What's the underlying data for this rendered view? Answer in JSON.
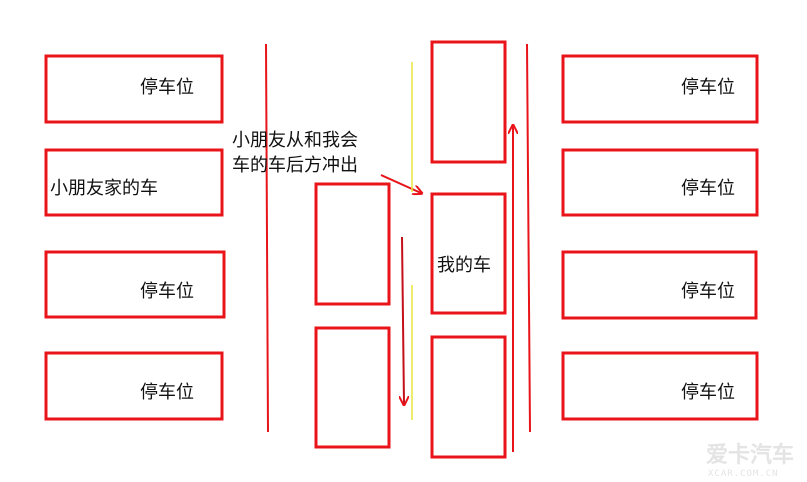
{
  "labels": {
    "parking_spot": "停车位",
    "friend_car": "小朋友家的车",
    "my_car": "我的车"
  },
  "annotation": {
    "line1": "小朋友从和我会",
    "line2": "车的车后方冲出"
  },
  "watermark": {
    "brand": "爱卡汽车",
    "domain": "XCAR.COM.CN"
  },
  "colors": {
    "box_stroke": "#e8141a",
    "road_line": "#e8141a",
    "guide_line": "#e9e63a",
    "text": "#111111"
  }
}
